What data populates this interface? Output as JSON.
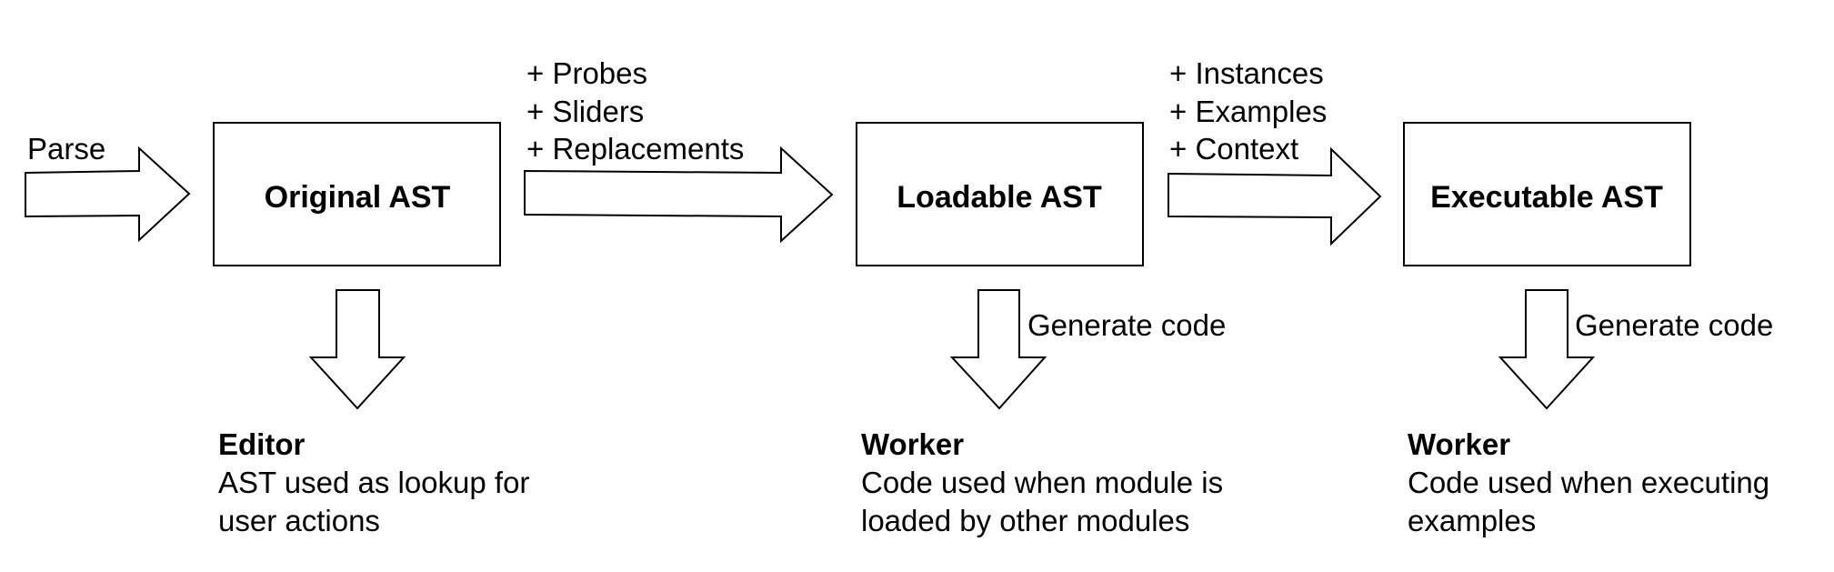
{
  "diagram": {
    "nodes": {
      "original": "Original AST",
      "loadable": "Loadable AST",
      "executable": "Executable AST"
    },
    "edges": {
      "parse": "Parse",
      "step1": [
        "+ Probes",
        "+ Sliders",
        "+ Replacements"
      ],
      "step2": [
        "+ Instances",
        "+ Examples",
        "+ Context"
      ],
      "generate_loadable": "Generate code",
      "generate_executable": "Generate code"
    },
    "outputs": {
      "editor": {
        "title": "Editor",
        "lines": [
          "AST used as lookup for",
          "user actions"
        ]
      },
      "worker_loadable": {
        "title": "Worker",
        "lines": [
          "Code used when module is",
          "loaded by other modules"
        ]
      },
      "worker_executable": {
        "title": "Worker",
        "lines": [
          "Code used when executing",
          "examples"
        ]
      }
    }
  }
}
